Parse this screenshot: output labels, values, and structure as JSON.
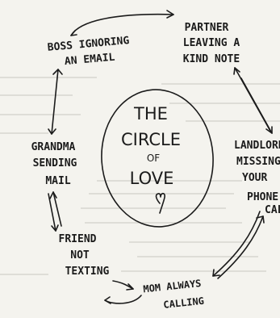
{
  "diagram": {
    "center": {
      "line1": "THE",
      "line2": "CIRCLE",
      "line3": "OF",
      "line4": "LOVE",
      "heart": "heart-icon"
    },
    "nodes": {
      "boss": {
        "line1": "BOSS IGNORING",
        "line2": "AN EMAIL"
      },
      "partner": {
        "line1": "PARTNER",
        "line2": "LEAVING A",
        "line3": "KIND NOTE"
      },
      "landlord": {
        "line1": "LANDLORD",
        "line2": "MISSING",
        "line3": "YOUR",
        "line4": "PHONE",
        "line5": "CALL"
      },
      "mom": {
        "line1": "MOM ALWAYS",
        "line2": "CALLING"
      },
      "friend": {
        "line1": "FRIEND",
        "line2": "NOT",
        "line3": "TEXTING"
      },
      "grandma": {
        "line1": "GRANDMA",
        "line2": "SENDING",
        "line3": "MAIL"
      }
    },
    "colors": {
      "ink": "#1b1b1b",
      "paper": "#f4f3ee"
    }
  }
}
